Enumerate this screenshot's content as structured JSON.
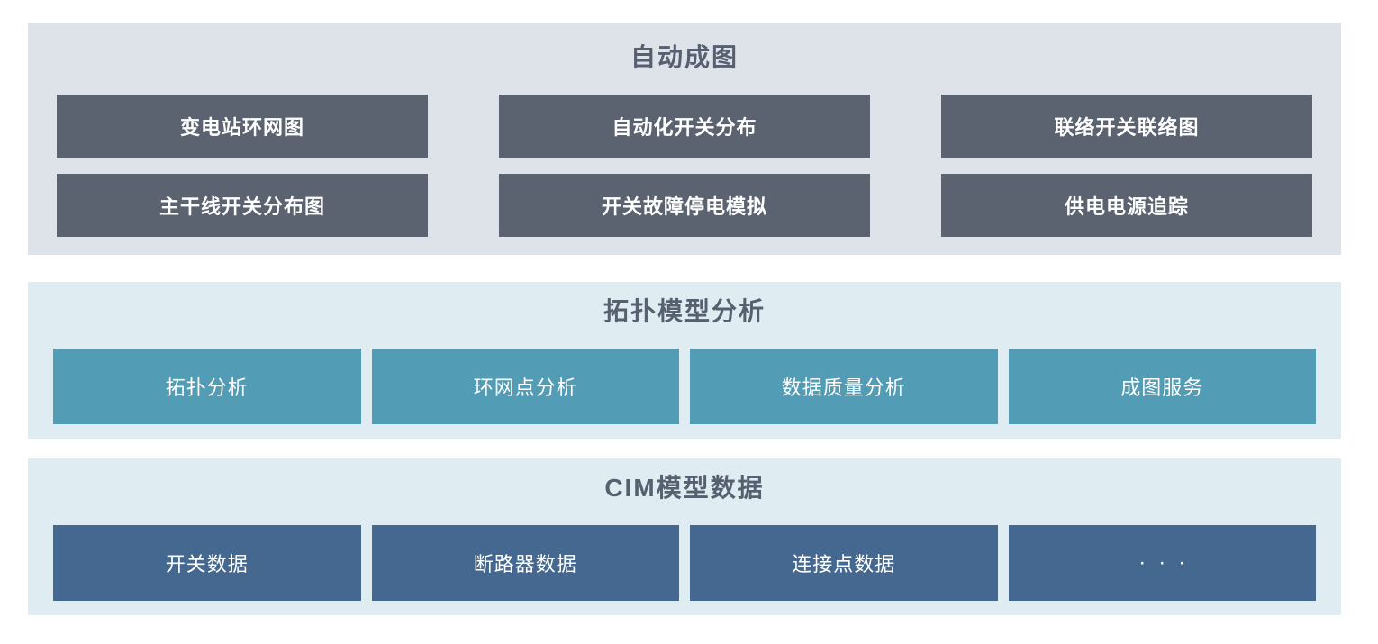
{
  "sections": [
    {
      "title": "自动成图",
      "items": [
        "变电站环网图",
        "自动化开关分布",
        "联络开关联络图",
        "主干线开关分布图",
        "开关故障停电模拟",
        "供电电源追踪"
      ]
    },
    {
      "title": "拓扑模型分析",
      "items": [
        "拓扑分析",
        "环网点分析",
        "数据质量分析",
        "成图服务"
      ]
    },
    {
      "title": "CIM模型数据",
      "items": [
        "开关数据",
        "断路器数据",
        "连接点数据",
        "···"
      ]
    }
  ],
  "colors": {
    "page-bg": "#ffffff",
    "section-top-bg": "#dee2e9",
    "section-analysis-bg": "#dfecf2",
    "box-gray": "#5b6370",
    "box-teal": "#529cb5",
    "box-blue": "#44688f",
    "title-color": "#566070",
    "box-text": "#ffffff"
  }
}
